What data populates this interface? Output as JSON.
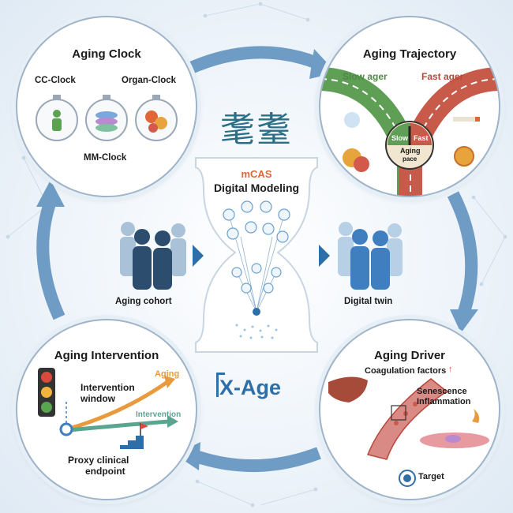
{
  "center": {
    "chinese_title": "耄耋",
    "mcas": "mCAS",
    "modeling": "Digital Modeling",
    "cohort": "Aging cohort",
    "twin": "Digital twin",
    "brand": "X-Age"
  },
  "aging_clock": {
    "title": "Aging Clock",
    "cc": "CC-Clock",
    "organ": "Organ-Clock",
    "mm": "MM-Clock"
  },
  "aging_trajectory": {
    "title": "Aging Trajectory",
    "slow": "Slow ager",
    "fast": "Fast ager",
    "gauge_slow": "Slow",
    "gauge_fast": "Fast",
    "gauge_label_1": "Aging",
    "gauge_label_2": "pace"
  },
  "aging_intervention": {
    "title": "Aging Intervention",
    "window_1": "Intervention",
    "window_2": "window",
    "aging": "Aging",
    "intervention": "Intervention",
    "endpoint_1": "Proxy clinical",
    "endpoint_2": "endpoint"
  },
  "aging_driver": {
    "title": "Aging Driver",
    "coag": "Coagulation factors",
    "sen_1": "Senescence",
    "sen_2": "Inflammation",
    "target": "Target"
  },
  "colors": {
    "cycle_arrow": "#6f9cc4",
    "slow_road": "#5e9e55",
    "fast_road": "#c85a4a",
    "aging_curve": "#e89a3c",
    "intervention_curve": "#5aa58f",
    "brand_blue": "#2f6fa8",
    "accent_orange": "#e0663a"
  }
}
